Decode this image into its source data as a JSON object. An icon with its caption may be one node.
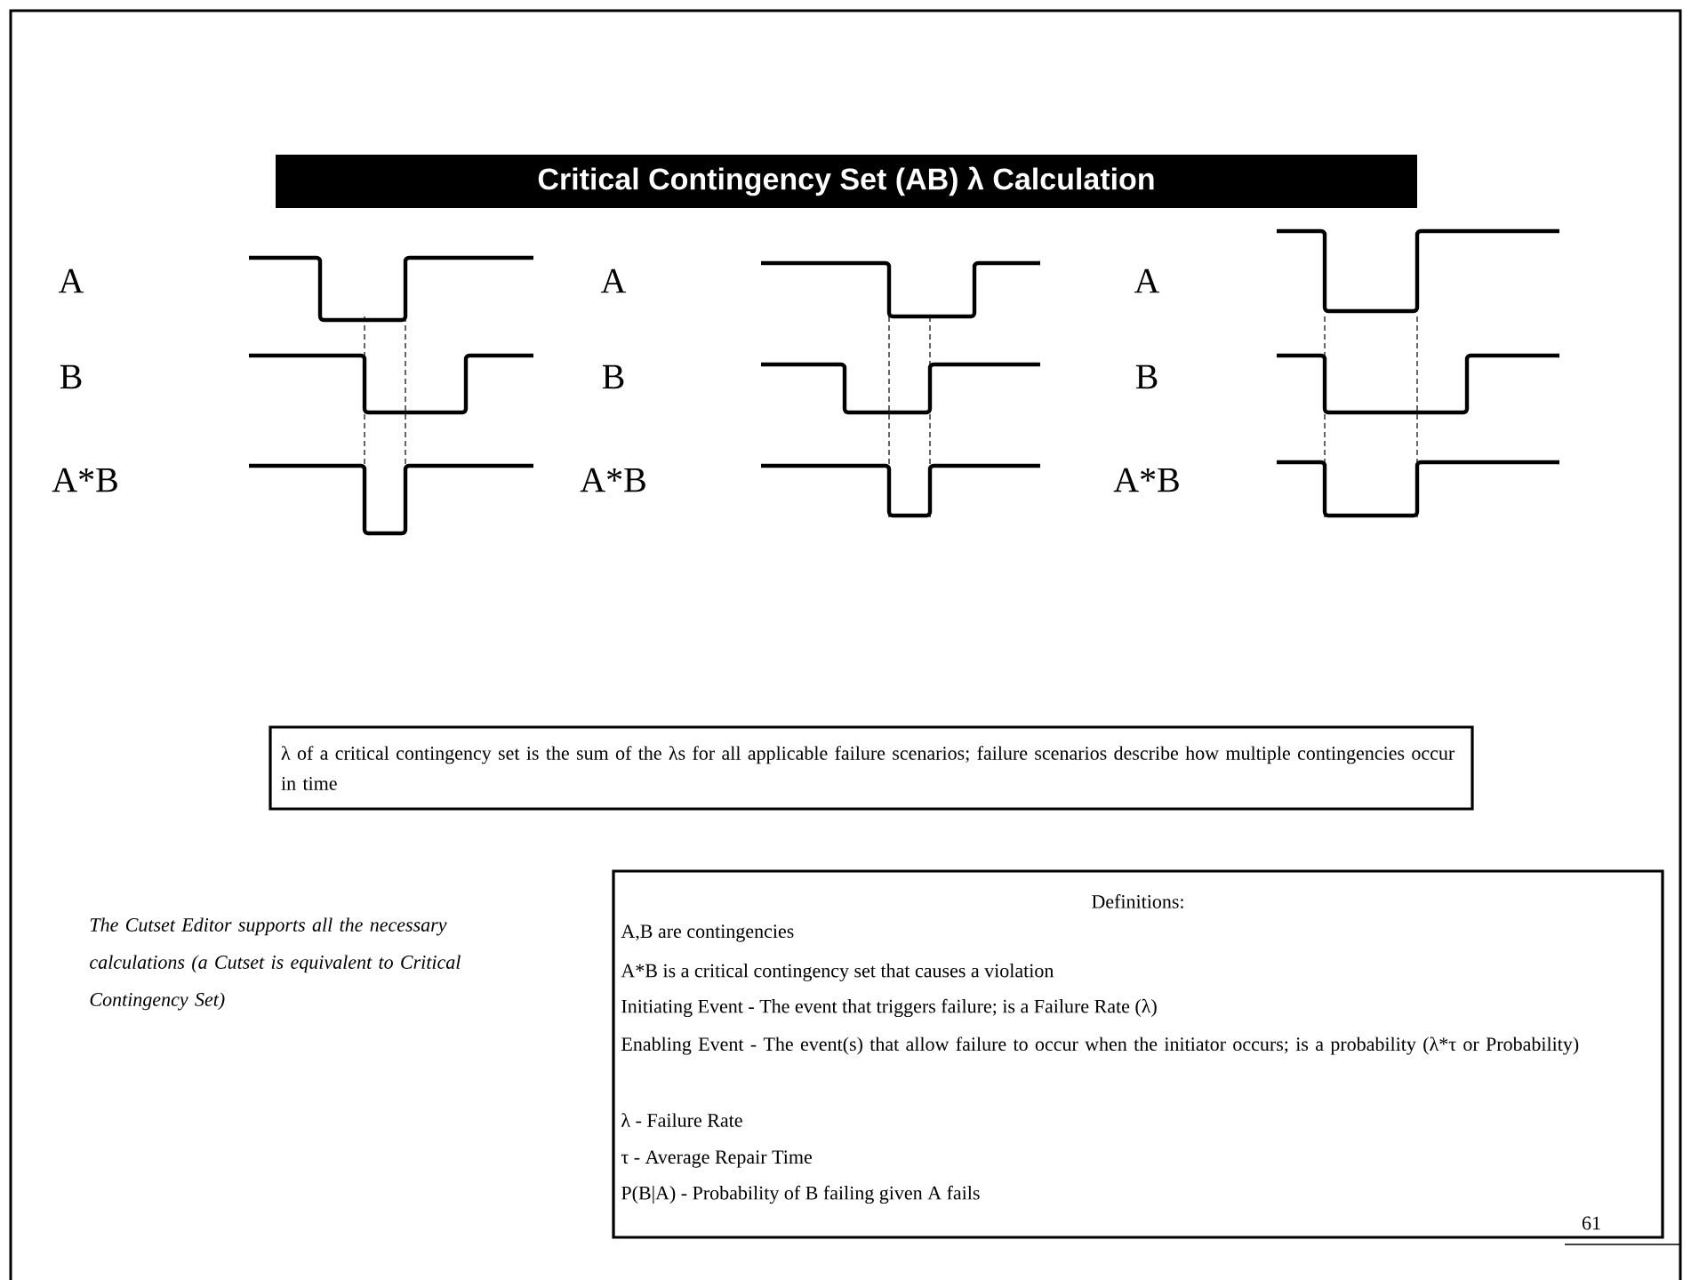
{
  "diagram": {
    "title": "Critical Contingency Set (AB) λ  Calculation",
    "nodes": [
      {
        "text": [
          "λ of a critical contingency set is the sum of the λs for all applicable failure scenarios; failure scenarios describe how multiple contingencies occur in time"
        ]
      },
      {
        "text": [
          "Definitions:",
          "A,B are contingencies",
          "A*B is a critical contingency set that causes a violation",
          "Initiating Event - The event that triggers failure; is a Failure Rate (λ)",
          "Enabling Event - The event(s) that allow failure to occur when the initiator occurs; is a probability (λ*τ or Probability)",
          "λ - Failure Rate",
          "τ - Average Repair Time",
          "P(B|A) - Probability of B failing given A fails"
        ]
      }
    ],
    "labels": [
      "A",
      "A",
      "A",
      "B",
      "B",
      "B",
      "A*B",
      "A*B",
      "A*B",
      "The Cutset Editor supports all the necessary calculations (a Cutset is equivalent to Critical Contingency Set)",
      "61"
    ]
  }
}
